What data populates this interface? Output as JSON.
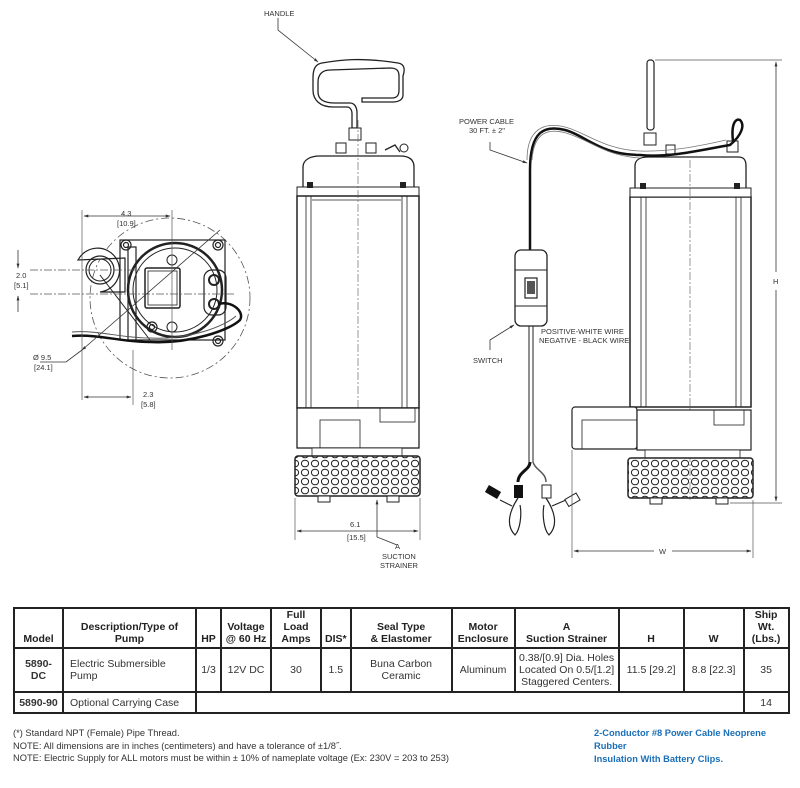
{
  "labels": {
    "handle": "HANDLE",
    "power_cable_line1": "POWER CABLE",
    "power_cable_line2": "30 FT. ± 2\"",
    "switch": "SWITCH",
    "wire_line1": "POSITIVE-WHITE WIRE",
    "wire_line2": "NEGATIVE - BLACK WIRE",
    "strainer_a": "A",
    "strainer_line1": "SUCTION",
    "strainer_line2": "STRAINER",
    "dim_h": "H",
    "dim_w": "W",
    "dim_61": "6.1",
    "dim_61_cm": "[15.5]",
    "dim_43": "4.3",
    "dim_43_cm": "[10.9]",
    "dim_20": "2.0",
    "dim_20_cm": "[5.1]",
    "dim_95": "Ø 9.5",
    "dim_95_cm": "[24.1]",
    "dim_23": "2.3",
    "dim_23_cm": "[5.8]"
  },
  "table": {
    "headers": {
      "model": "Model",
      "description": "Description/Type of Pump",
      "hp": "HP",
      "voltage_1": "Voltage",
      "voltage_2": "@ 60 Hz",
      "amps_1": "Full Load",
      "amps_2": "Amps",
      "dis": "DIS*",
      "seal_1": "Seal Type",
      "seal_2": "& Elastomer",
      "motor_1": "Motor",
      "motor_2": "Enclosure",
      "strainer_1": "A",
      "strainer_2": "Suction Strainer",
      "h": "H",
      "w": "W",
      "wt_1": "Ship Wt.",
      "wt_2": "(Lbs.)"
    },
    "rows": [
      {
        "model": "5890-DC",
        "description": "Electric Submersible Pump",
        "hp": "1/3",
        "voltage": "12V DC",
        "amps": "30",
        "dis": "1.5",
        "seal": "Buna Carbon Ceramic",
        "motor": "Aluminum",
        "strainer_1": "0.38/[0.9] Dia. Holes",
        "strainer_2": "Located On 0.5/[1.2]",
        "strainer_3": "Staggered Centers.",
        "h": "11.5 [29.2]",
        "w": "8.8 [22.3]",
        "weight": "35"
      },
      {
        "model": "5890-90",
        "description": "Optional Carrying Case",
        "weight": "14"
      }
    ]
  },
  "notes": [
    "(*) Standard NPT (Female) Pipe Thread.",
    "NOTE: All dimensions are in inches (centimeters) and have a tolerance of ±1/8˝.",
    "NOTE: Electric Supply for ALL motors must be within ± 10% of nameplate voltage (Ex: 230V = 203 to 253)"
  ],
  "cable_note": {
    "line1": "2-Conductor #8 Power Cable Neoprene Rubber",
    "line2": "Insulation With Battery Clips."
  },
  "colors": {
    "model_link": "#1a6fb8",
    "line": "#222222"
  }
}
